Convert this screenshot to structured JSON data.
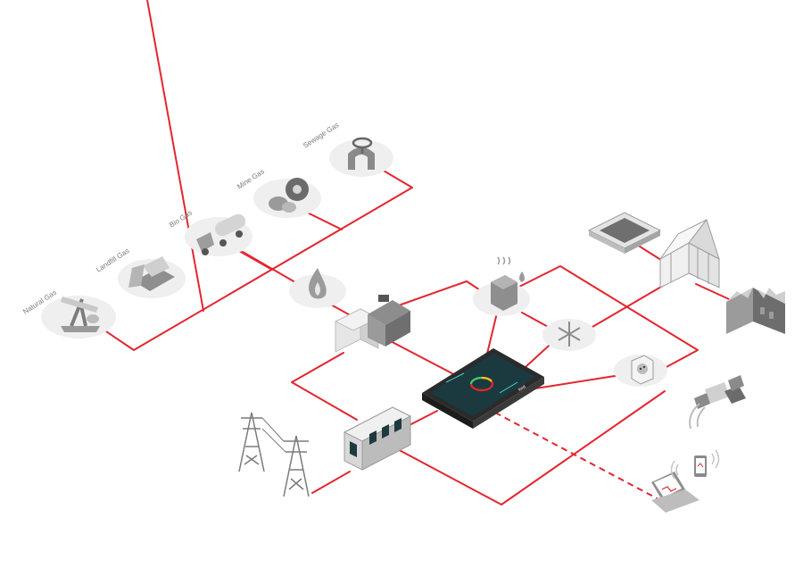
{
  "gas_sources": [
    {
      "label": "Natural Gas",
      "icon": "pumpjack-icon"
    },
    {
      "label": "Landfill Gas",
      "icon": "bulldozer-icon"
    },
    {
      "label": "Bio Gas",
      "icon": "tanker-truck-icon"
    },
    {
      "label": "Mine Gas",
      "icon": "mine-gear-icon"
    },
    {
      "label": "Sewage Gas",
      "icon": "sewer-valve-icon"
    }
  ],
  "controller": {
    "brand": "lord"
  },
  "colors": {
    "line": "#e3262f",
    "disc": "#efefef",
    "icon_light": "#d7d7d7",
    "icon_dark": "#8a8a8a"
  }
}
